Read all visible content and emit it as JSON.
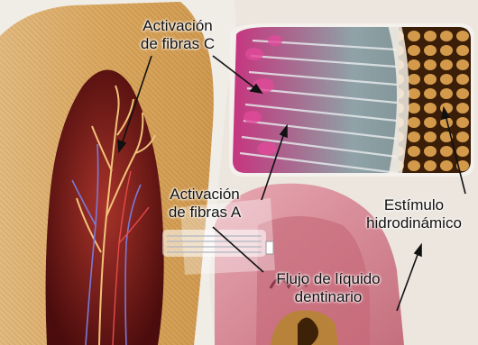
{
  "labels": {
    "c_fibers": {
      "line1": "Activación",
      "line2": "de fibras C"
    },
    "a_fibers": {
      "line1": "Activación",
      "line2": "de fibras A"
    },
    "hydrodynamic": {
      "line1": "Estímulo",
      "line2": "hidrodinámico"
    },
    "fluid_flow": {
      "line1": "Flujo de líquido",
      "line2": "dentinario"
    }
  },
  "colors": {
    "dentin": "#d9a860",
    "pulp": "#7a1a1a",
    "gum": "#d98a96",
    "inset_frame": "#f4f1ec",
    "arrow": "#111111"
  },
  "icons": [
    "tooth-cross-section-illustration",
    "dentin-tubules-magnified-inset",
    "gum-tissue-illustration"
  ]
}
